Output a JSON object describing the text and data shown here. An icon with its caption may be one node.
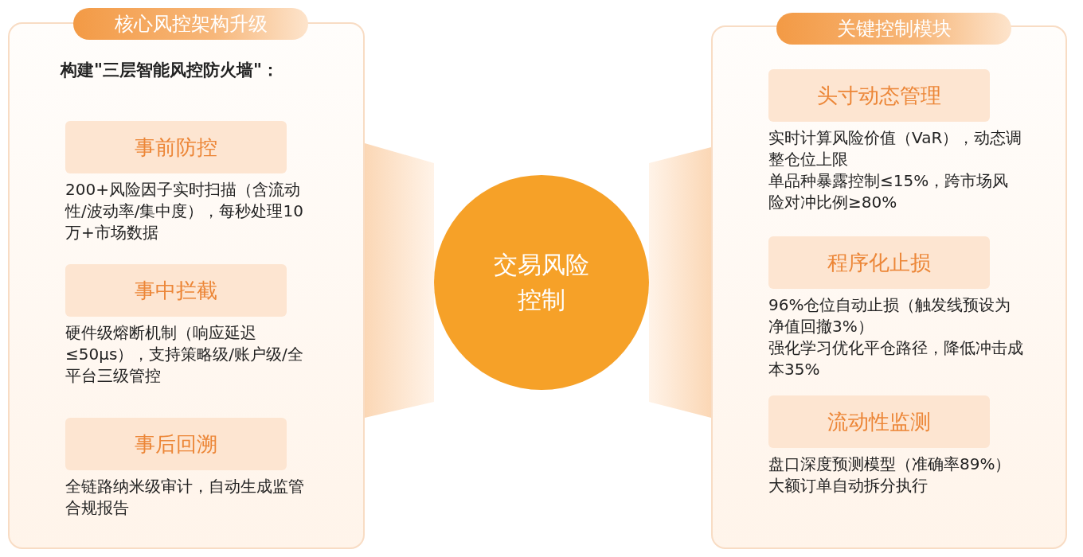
{
  "diagram": {
    "nodes": [
      {
        "text": [
          "核心风控架构升级"
        ]
      },
      {
        "text": [
          "事前防控"
        ],
        "in": 0,
        "beside": [
          "200+风险因子实时扫描（含流动性/波动率/集中度），每秒处理10万+市场数据"
        ]
      },
      {
        "text": [
          "事中拦截"
        ],
        "in": 0,
        "beside": [
          "硬件级熔断机制（响应延迟≤50μs），支持策略级/账户级/全平台三级管控"
        ]
      },
      {
        "text": [
          "事后回溯"
        ],
        "in": 0,
        "beside": [
          "全链路纳米级审计，自动生成监管合规报告"
        ]
      },
      {
        "text": [
          "交易风险控制"
        ]
      },
      {
        "text": [
          "关键控制模块"
        ]
      },
      {
        "text": [
          "头寸动态管理"
        ],
        "in": 5,
        "beside": [
          "实时计算风险价值（VaR），动态调整仓位上限",
          "单品种暴露控制≤15%，跨市场风险对冲比例≥80%"
        ]
      },
      {
        "text": [
          "程序化止损"
        ],
        "in": 5,
        "beside": [
          "96%仓位自动止损（触发线预设为净值回撤3%）",
          "强化学习优化平仓路径，降低冲击成本35%"
        ]
      },
      {
        "text": [
          "流动性监测"
        ],
        "in": 5,
        "beside": [
          "盘口深度预测模型（准确率89%）",
          "大额订单自动拆分执行"
        ]
      }
    ],
    "edges": [
      {
        "from": 0,
        "to": 4,
        "arrow": "none"
      },
      {
        "from": 4,
        "to": 5,
        "arrow": "none"
      }
    ],
    "labels": [
      "构建\"三层智能风控防火墙\"："
    ]
  }
}
